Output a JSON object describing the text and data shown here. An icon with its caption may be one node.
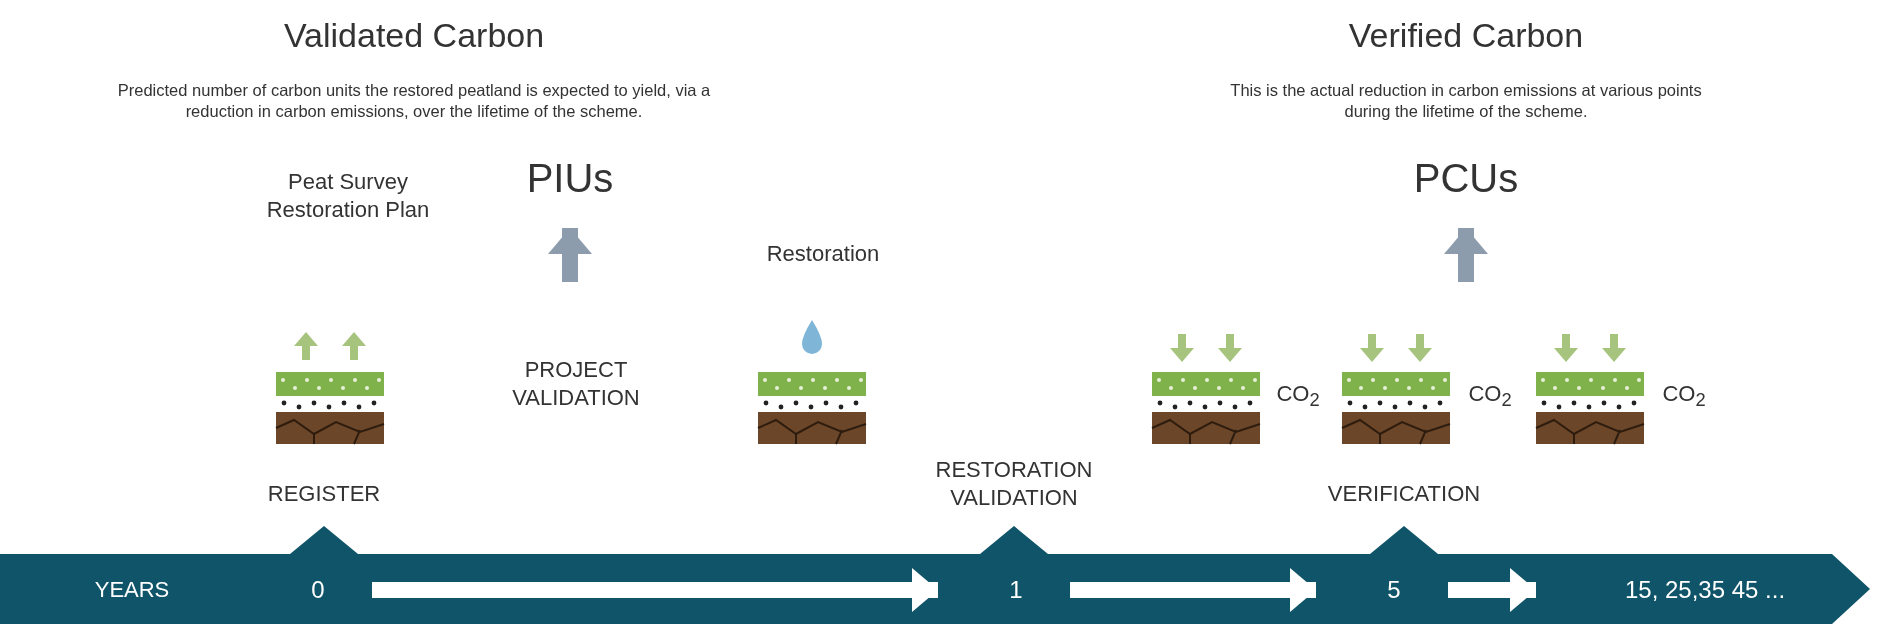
{
  "diagram": {
    "nodes": [
      {
        "text": [
          "PIUs"
        ]
      },
      {
        "text": [
          "PCUs"
        ]
      },
      {
        "text": [
          "0"
        ]
      },
      {
        "text": [
          "1"
        ]
      },
      {
        "text": [
          "5"
        ]
      },
      {
        "text": [
          "15, 25,35 45 ..."
        ]
      }
    ],
    "edges": [
      {
        "from": null,
        "to": 0,
        "arrow": "to",
        "color": "#8c9cac"
      },
      {
        "from": null,
        "to": 1,
        "arrow": "to",
        "color": "#8c9cac"
      },
      {
        "from": 2,
        "to": 3,
        "arrow": "to"
      },
      {
        "from": 3,
        "to": 4,
        "arrow": "to"
      },
      {
        "from": 4,
        "to": 5,
        "arrow": "to"
      }
    ],
    "labels": [
      "Validated Carbon",
      "Predicted number of carbon units the restored peatland is expected to yield, via a reduction in carbon emissions, over the lifetime of the scheme.",
      "Verified Carbon",
      "This is the actual reduction in carbon emissions at various points during the lifetime of the scheme.",
      "Peat Survey Restoration Plan",
      "Restoration",
      "PROJECT VALIDATION",
      "CO$_{2}$",
      "CO$_{2}$",
      "CO$_{2}$",
      "REGISTER",
      "RESTORATION VALIDATION",
      "VERIFICATION",
      "YEARS"
    ]
  }
}
